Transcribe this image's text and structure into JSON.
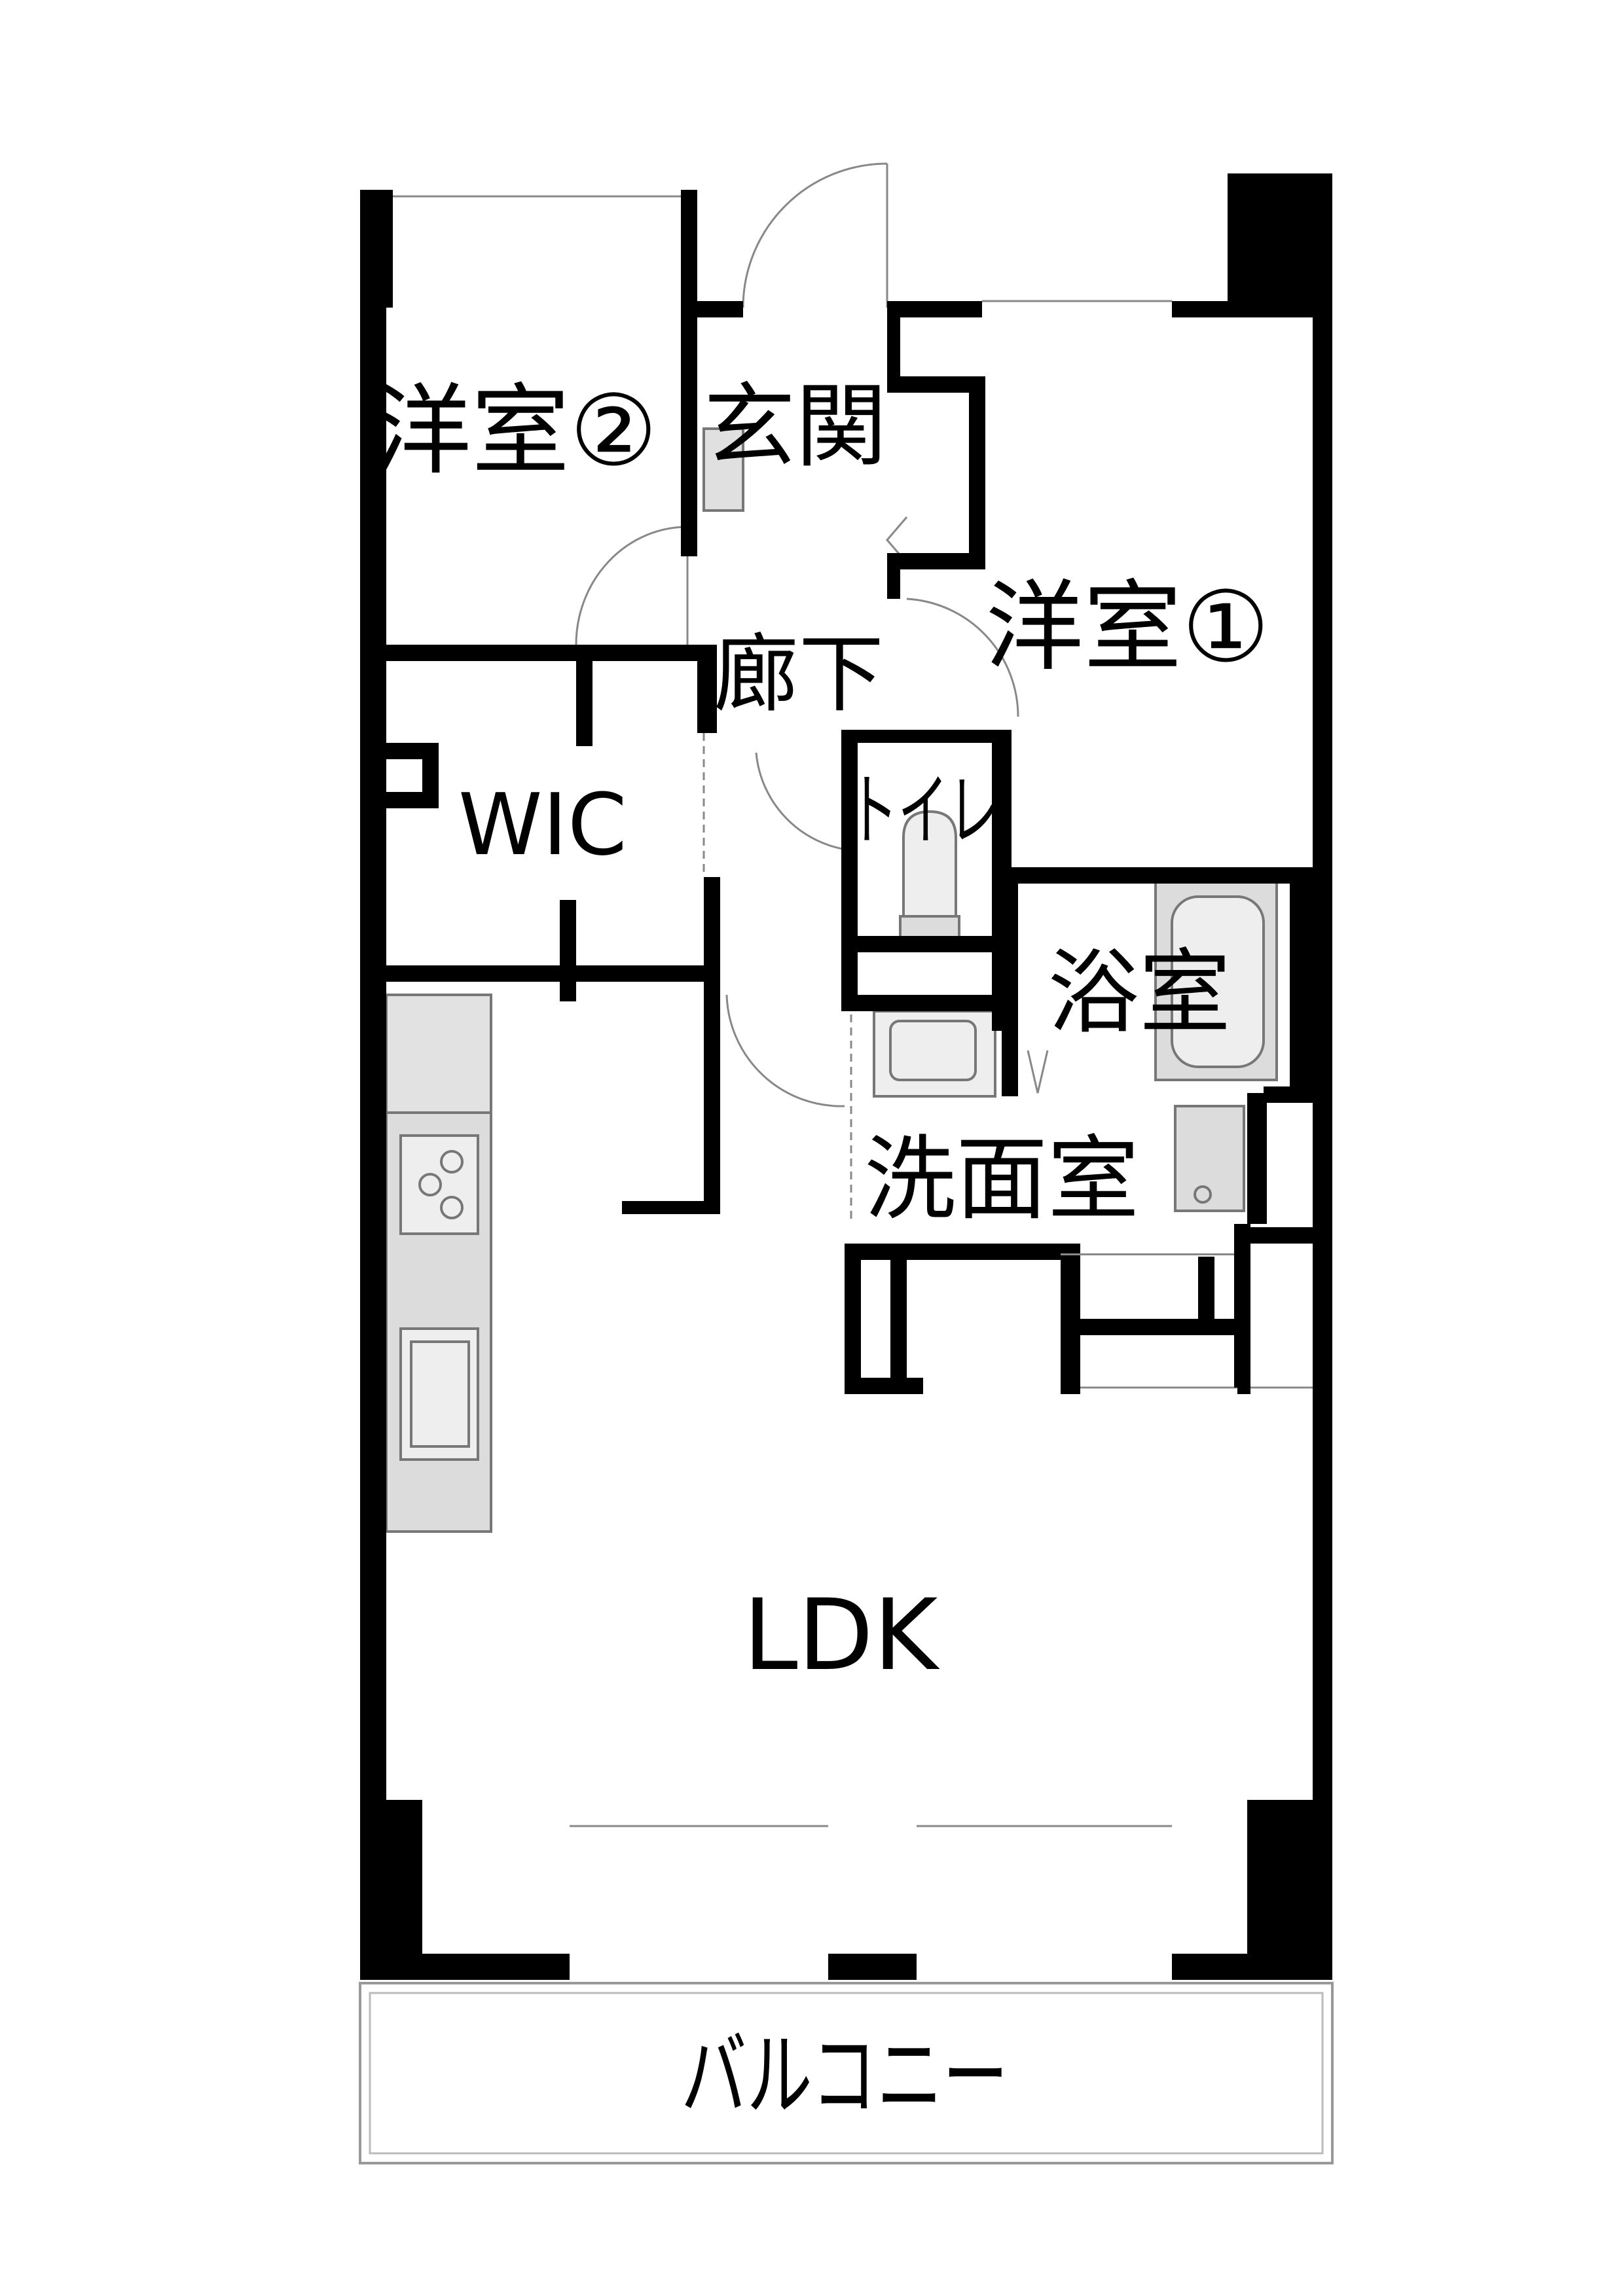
{
  "rooms": {
    "western_room_2": "洋室②",
    "entrance": "玄関",
    "western_room_1": "洋室①",
    "hallway": "廊下",
    "wic": "WIC",
    "toilet": "トイレ",
    "bathroom": "浴室",
    "washroom": "洗面室",
    "ldk": "LDK",
    "balcony": "バルコニー"
  },
  "colors": {
    "wall": "#000000",
    "fixture": "#dcdcdc",
    "fixture_line": "#777777",
    "door_line": "#888888"
  }
}
